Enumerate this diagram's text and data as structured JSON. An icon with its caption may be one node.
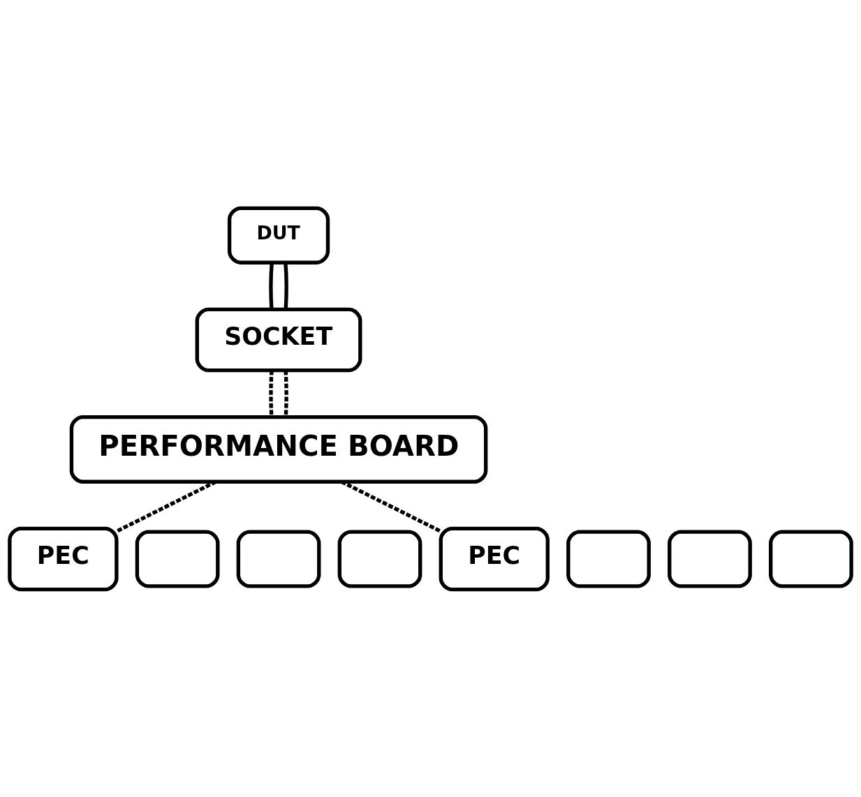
{
  "diagram": {
    "nodes": [
      {
        "text": [
          "DUT"
        ]
      },
      {
        "text": [
          "SOCKET"
        ]
      },
      {
        "text": [
          "PERFORMANCE BOARD"
        ]
      },
      {
        "text": [],
        "shape": "box"
      },
      {
        "text": [],
        "shape": "box"
      },
      {
        "text": [],
        "shape": "box"
      },
      {
        "text": [
          "PEC"
        ]
      },
      {
        "text": [],
        "shape": "box"
      },
      {
        "text": [],
        "shape": "box"
      },
      {
        "text": [],
        "shape": "box"
      },
      {
        "text": [
          "PEC"
        ]
      }
    ],
    "edges": [
      {
        "from": 0,
        "to": 1,
        "arrow": "none"
      },
      {
        "from": 0,
        "to": 1,
        "arrow": "none"
      },
      {
        "from": 1,
        "to": 2,
        "arrow": "none",
        "style": "dashed"
      },
      {
        "from": 1,
        "to": 2,
        "arrow": "none",
        "style": "dashed"
      },
      {
        "from": 2,
        "to": 6,
        "arrow": "none",
        "style": "dashed"
      },
      {
        "from": 2,
        "to": 10,
        "arrow": "none",
        "style": "dashed"
      }
    ]
  }
}
